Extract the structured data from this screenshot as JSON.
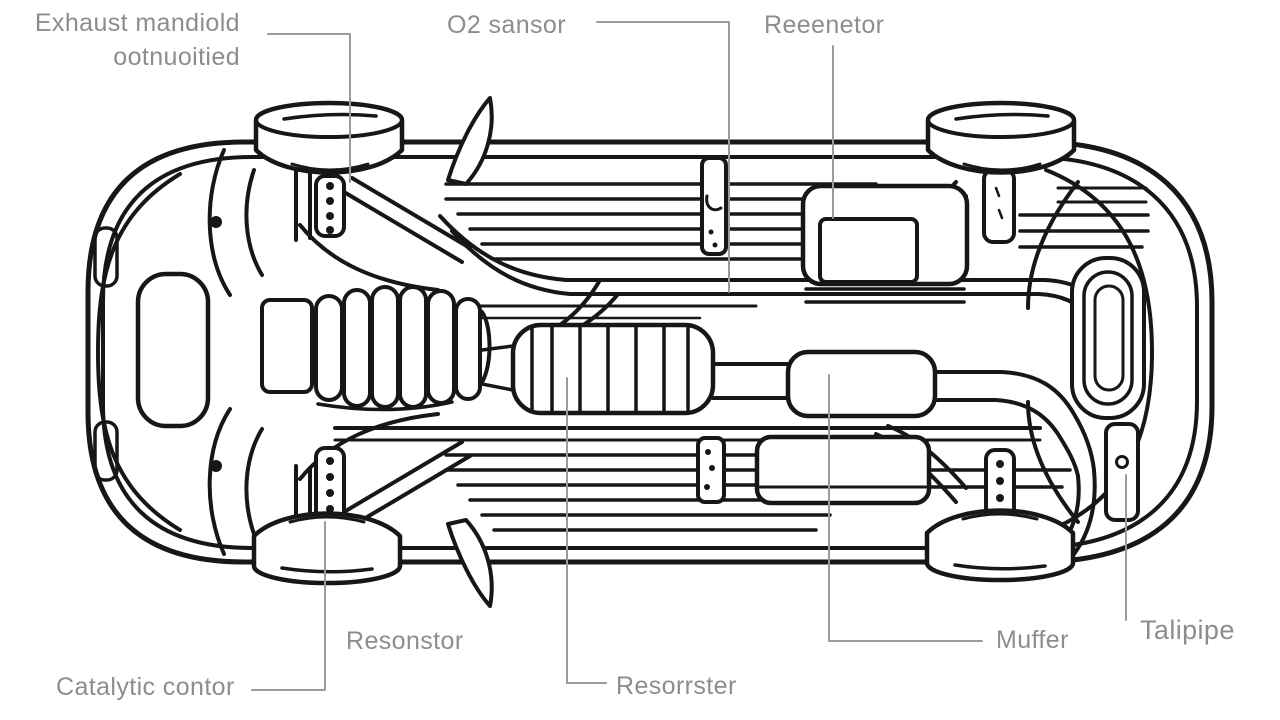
{
  "diagram": {
    "subject": "car underbody exhaust system line drawing (bottom view)",
    "background_color": "#ffffff",
    "line_color": "#171717",
    "label_color": "#8d8d8d",
    "leader_color": "#9b9b9b"
  },
  "labels": {
    "exhaust_manifold": {
      "line1": "Exhaust mandiold",
      "line2": "ootnuoitied"
    },
    "o2_sensor": {
      "text": "O2 sansor"
    },
    "generator": {
      "text": "Reeenetor"
    },
    "resonator_front": {
      "text": "Resonstor"
    },
    "catalytic_converter": {
      "text": "Catalytic contor"
    },
    "resonator_center": {
      "text": "Resorrster"
    },
    "muffler": {
      "text": "Muffer"
    },
    "tailpipe": {
      "text": "Talipipe"
    }
  }
}
